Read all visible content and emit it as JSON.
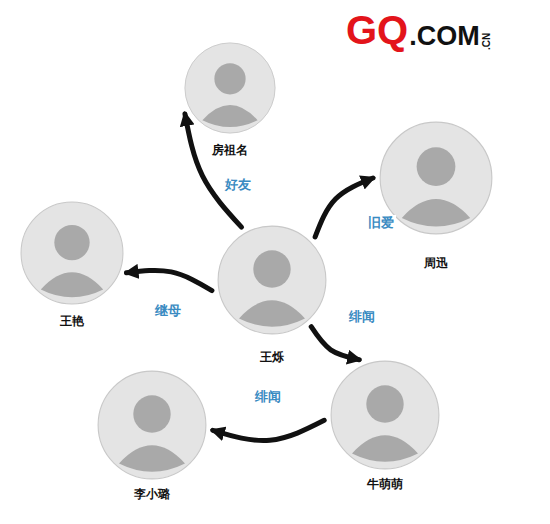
{
  "diagram": {
    "nodes": [
      {
        "text": [
          "房祖名"
        ]
      },
      {
        "text": [
          "周迅"
        ]
      },
      {
        "text": [
          "王艳"
        ]
      },
      {
        "text": [
          "王烁"
        ]
      },
      {
        "text": [
          "牛萌萌"
        ]
      },
      {
        "text": [
          "李小璐"
        ]
      }
    ],
    "edges": [
      {
        "from": 3,
        "to": 0,
        "arrow": "to",
        "label": "好友"
      },
      {
        "from": 3,
        "to": 1,
        "arrow": "to",
        "label": "旧爱"
      },
      {
        "from": 3,
        "to": 2,
        "arrow": "to",
        "label": "继母"
      },
      {
        "from": 3,
        "to": 4,
        "arrow": "to",
        "label": "绯闻"
      },
      {
        "from": 4,
        "to": 5,
        "arrow": "to",
        "label": "绯闻"
      }
    ],
    "labels": [
      "GQ",
      ".COM",
      ".CN"
    ]
  }
}
